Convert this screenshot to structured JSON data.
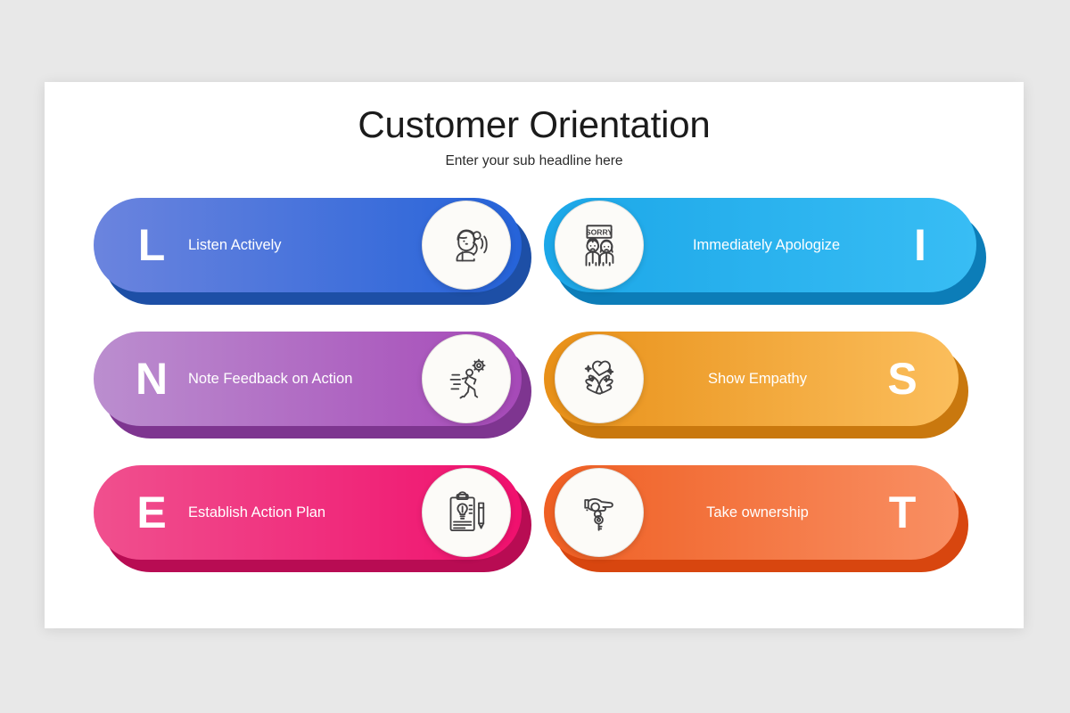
{
  "slide": {
    "title": "Customer Orientation",
    "subtitle": "Enter your sub headline here",
    "background_color": "#e8e8e8",
    "card_color": "#ffffff"
  },
  "pills": [
    {
      "letter": "L",
      "label": "Listen Actively",
      "icon": "person-listening-icon",
      "icon_side": "right",
      "face_from": "#6B84DE",
      "face_to": "#2563D9",
      "shadow_color": "#1D4FA6"
    },
    {
      "letter": "I",
      "label": "Immediately Apologize",
      "icon": "sorry-sign-people-icon",
      "icon_side": "left",
      "face_from": "#1CA7E8",
      "face_to": "#38BDF4",
      "shadow_color": "#0C7DB8"
    },
    {
      "letter": "N",
      "label": "Note Feedback on Action",
      "icon": "running-person-gear-icon",
      "icon_side": "right",
      "face_from": "#BB8ECF",
      "face_to": "#A649B8",
      "shadow_color": "#7E3590"
    },
    {
      "letter": "S",
      "label": "Show Empathy",
      "icon": "hands-heart-icon",
      "icon_side": "left",
      "face_from": "#E89018",
      "face_to": "#FBBE5C",
      "shadow_color": "#C9780E"
    },
    {
      "letter": "E",
      "label": "Establish Action Plan",
      "icon": "clipboard-lightbulb-pencil-icon",
      "icon_side": "right",
      "face_from": "#F0508E",
      "face_to": "#F0106E",
      "shadow_color": "#B80C53"
    },
    {
      "letter": "T",
      "label": "Take ownership",
      "icon": "hand-holding-key-icon",
      "icon_side": "left",
      "face_from": "#EF5F23",
      "face_to": "#F98F63",
      "shadow_color": "#D8460F"
    }
  ],
  "sorry_sign_text": "SORRY"
}
